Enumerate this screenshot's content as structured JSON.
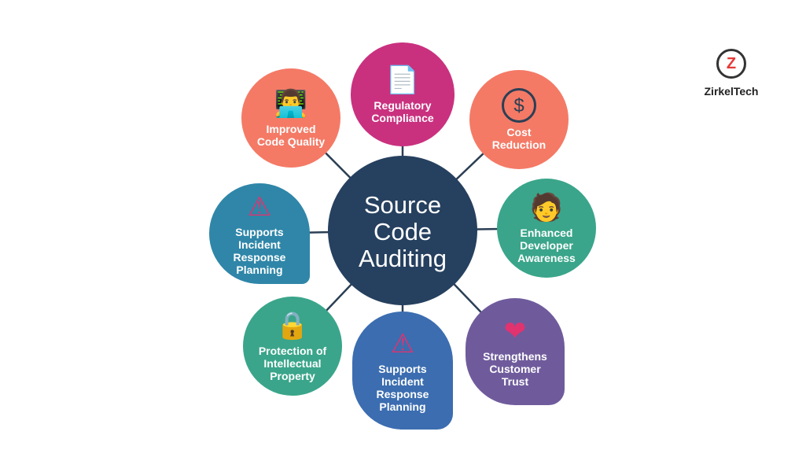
{
  "center": {
    "label": "Source\nCode\nAuditing",
    "color": "#26405f"
  },
  "nodes": [
    {
      "label": "Regulatory\nCompliance",
      "icon": "document-gavel-icon",
      "color": "#c9317f"
    },
    {
      "label": "Improved\nCode Quality",
      "icon": "developer-laptop-icon",
      "color": "#f47a66"
    },
    {
      "label": "Cost\nReduction",
      "icon": "dollar-down-icon",
      "color": "#f47a66"
    },
    {
      "label": "Supports\nIncident\nResponse\nPlanning",
      "icon": "warning-icon",
      "color": "#2f86a8"
    },
    {
      "label": "Enhanced\nDeveloper\nAwareness",
      "icon": "developer-check-icon",
      "color": "#3aa58a"
    },
    {
      "label": "Protection of\nIntellectual\nProperty",
      "icon": "lock-icon",
      "color": "#3aa58a"
    },
    {
      "label": "Supports\nIncident\nResponse\nPlanning",
      "icon": "warning-icon",
      "color": "#3b6db0"
    },
    {
      "label": "Strengthens\nCustomer\nTrust",
      "icon": "heart-handshake-icon",
      "color": "#6f5b9c"
    }
  ],
  "logo": {
    "name": "ZirkelTech",
    "mark": "Z"
  }
}
